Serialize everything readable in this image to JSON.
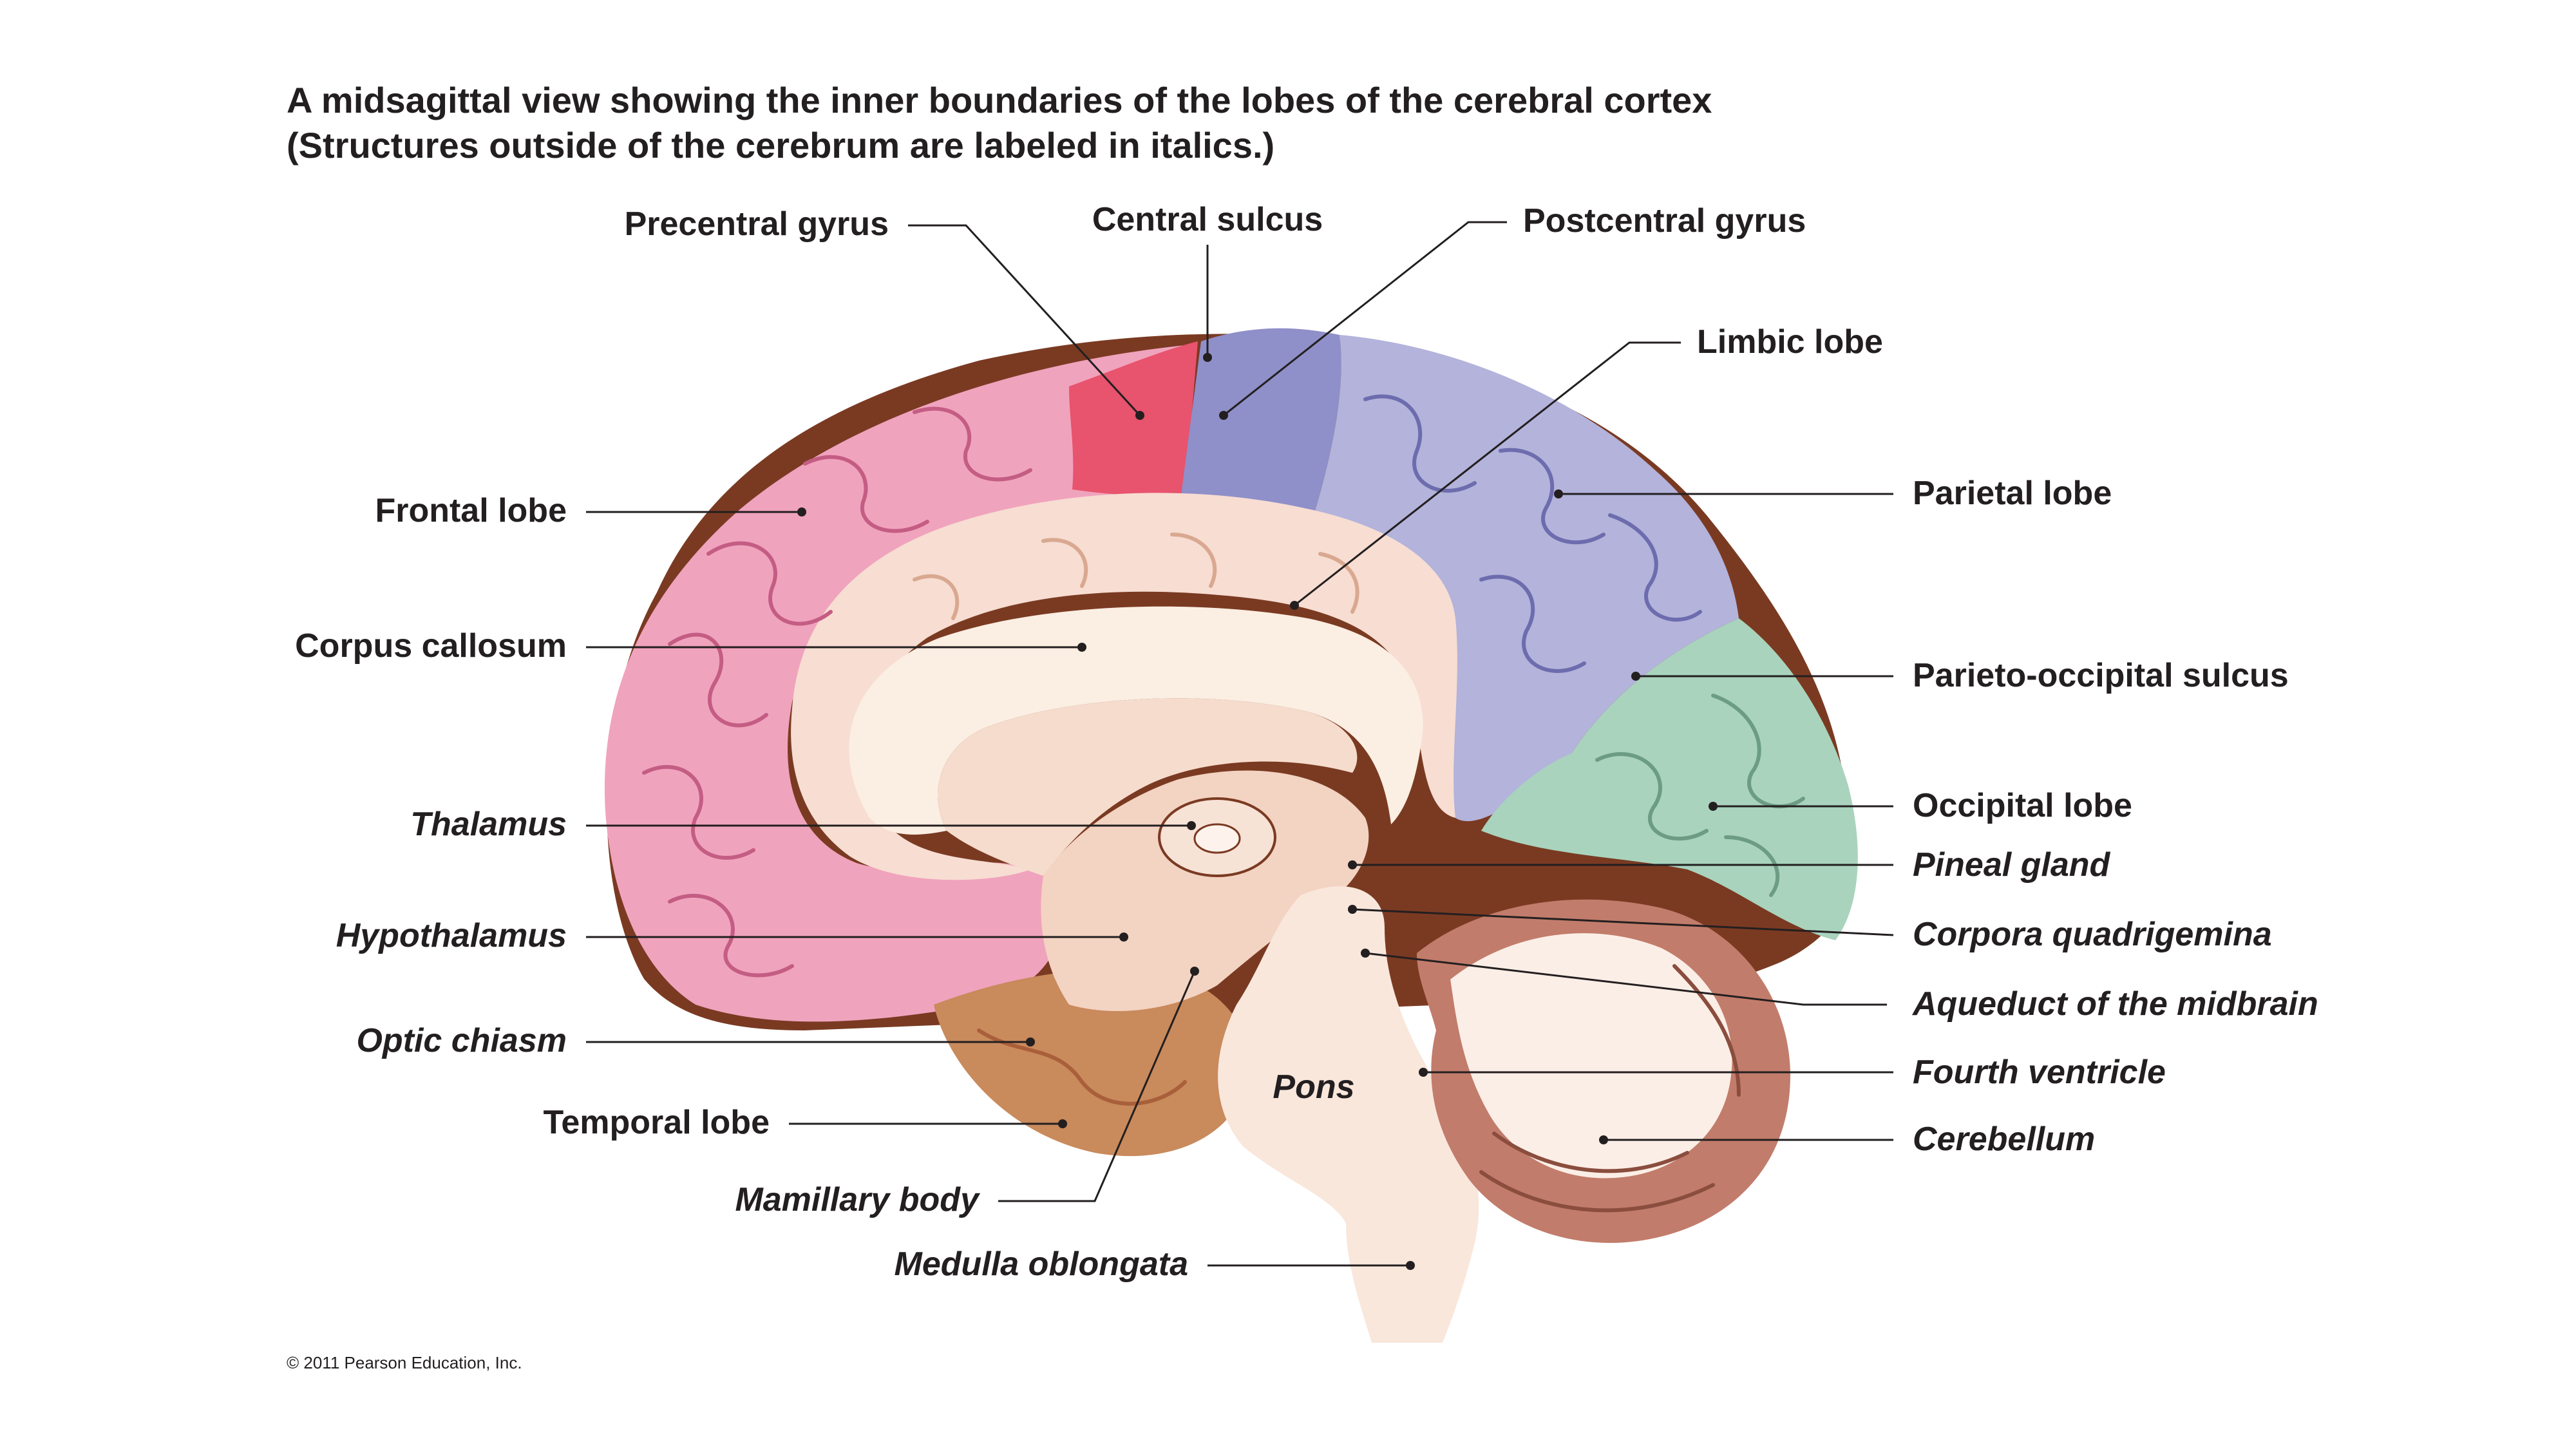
{
  "title": {
    "line1": "A midsagittal view showing the inner boundaries of the lobes of the cerebral cortex",
    "line2": "(Structures outside of the cerebrum are labeled in italics.)"
  },
  "labels": {
    "precentral_gyrus": "Precentral gyrus",
    "central_sulcus": "Central sulcus",
    "postcentral_gyrus": "Postcentral gyrus",
    "limbic_lobe": "Limbic lobe",
    "frontal_lobe": "Frontal lobe",
    "parietal_lobe": "Parietal lobe",
    "corpus_callosum": "Corpus callosum",
    "parieto_occipital_sulcus": "Parieto-occipital sulcus",
    "occipital_lobe": "Occipital lobe",
    "thalamus": "Thalamus",
    "pineal_gland": "Pineal gland",
    "hypothalamus": "Hypothalamus",
    "corpora_quadrigemina": "Corpora quadrigemina",
    "aqueduct": "Aqueduct of the midbrain",
    "optic_chiasm": "Optic chiasm",
    "fourth_ventricle": "Fourth ventricle",
    "temporal_lobe": "Temporal lobe",
    "cerebellum": "Cerebellum",
    "mamillary_body": "Mamillary body",
    "medulla_oblongata": "Medulla oblongata",
    "pons": "Pons"
  },
  "credit": "© 2011 Pearson Education, Inc.",
  "colors": {
    "frontal": "#f0a3bd",
    "precentral": "#e8536d",
    "postcentral": "#8f8fc9",
    "parietal": "#b3b3db",
    "occipital": "#a9d3bd",
    "limbic": "#f7ddd2",
    "corpus_callosum": "#fbeee2",
    "brainstem": "#f9e7dc",
    "temporal": "#c98a5c",
    "cerebellum": "#c27c6b",
    "dark_tissue": "#7a3a22"
  }
}
